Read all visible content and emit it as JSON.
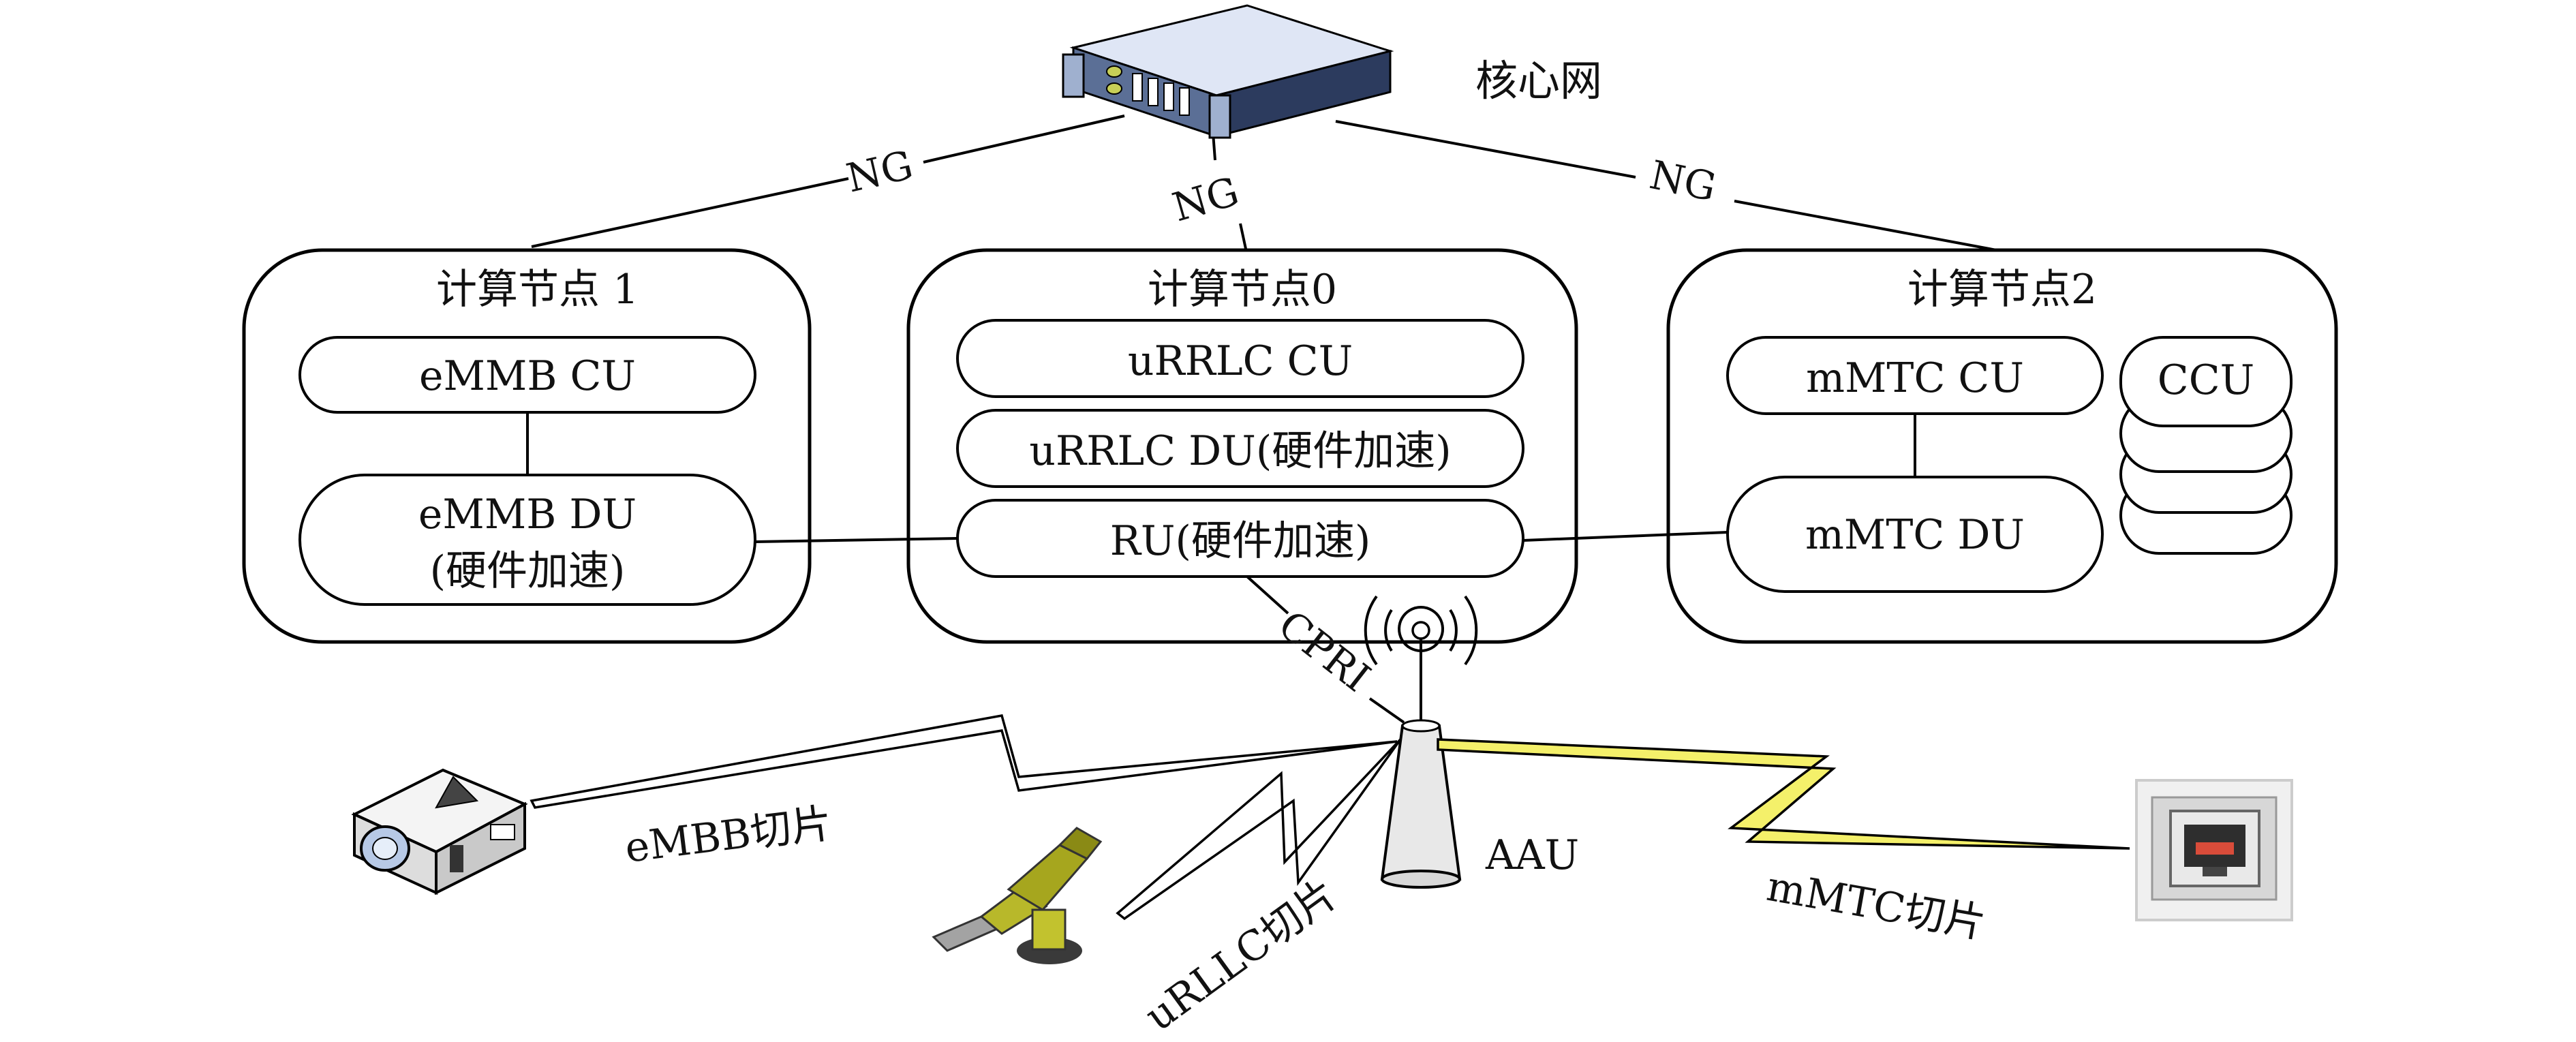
{
  "core": {
    "label": "核心网"
  },
  "links": {
    "ng_left": "NG",
    "ng_mid": "NG",
    "ng_right": "NG",
    "cpri": "CPRI"
  },
  "node1": {
    "title": "计算节点 1",
    "cu": "eMMB CU",
    "du_line1": "eMMB DU",
    "du_line2": "(硬件加速)"
  },
  "node0": {
    "title": "计算节点0",
    "cu": "uRRLC CU",
    "du": "uRRLC DU(硬件加速)",
    "ru": "RU(硬件加速)"
  },
  "node2": {
    "title": "计算节点2",
    "cu": "mMTC CU",
    "du": "mMTC DU",
    "ccu": "CCU"
  },
  "aau": {
    "label": "AAU"
  },
  "slices": {
    "embb": "eMBB切片",
    "urllc": "uRLLC切片",
    "mmtc": "mMTC切片"
  },
  "colors": {
    "mmtc_bolt": "#f4f06a",
    "robot": "#b8b82a"
  }
}
